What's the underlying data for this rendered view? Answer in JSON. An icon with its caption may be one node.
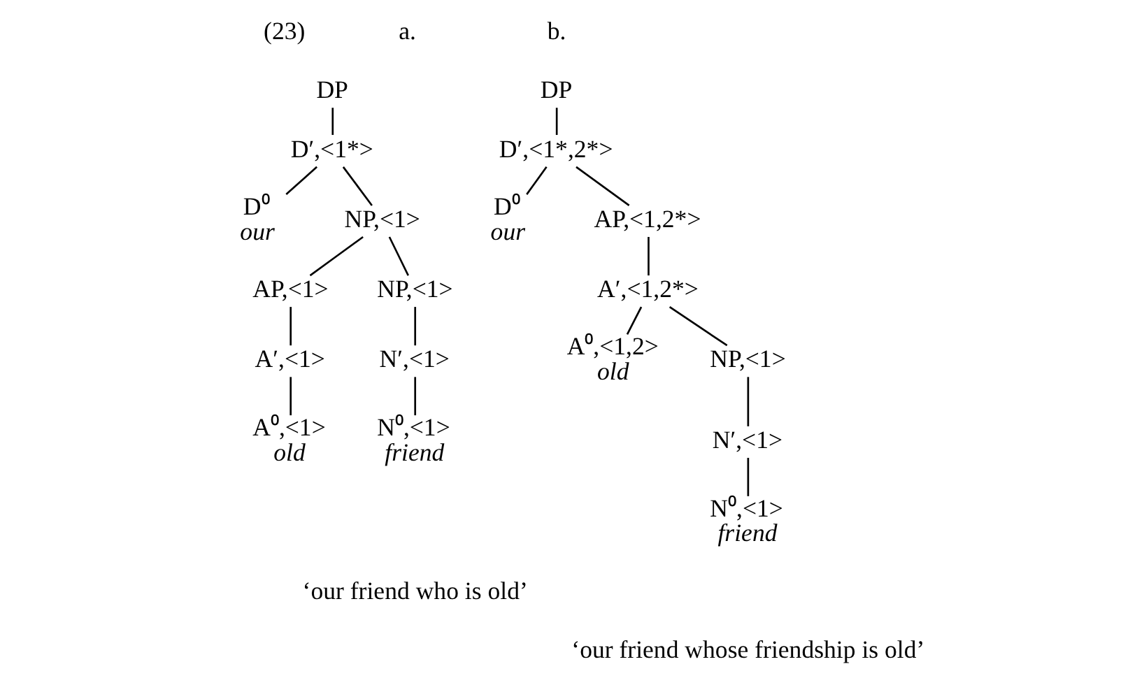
{
  "diagram": {
    "nodes": [
      {
        "text": [
          "DP"
        ]
      },
      {
        "text": [
          "D′,<1*>"
        ]
      },
      {
        "text": [
          "D⁰",
          "our"
        ]
      },
      {
        "text": [
          "NP,<1>"
        ]
      },
      {
        "text": [
          "AP,<1>"
        ]
      },
      {
        "text": [
          "NP,<1>"
        ]
      },
      {
        "text": [
          "A′,<1>"
        ]
      },
      {
        "text": [
          "N′,<1>"
        ]
      },
      {
        "text": [
          "A⁰,<1>",
          "old"
        ]
      },
      {
        "text": [
          "N⁰,<1>",
          "friend"
        ]
      },
      {
        "text": [
          "DP"
        ]
      },
      {
        "text": [
          "D′,<1*,2*>"
        ]
      },
      {
        "text": [
          "D⁰",
          "our"
        ]
      },
      {
        "text": [
          "AP,<1,2*>"
        ]
      },
      {
        "text": [
          "A′,<1,2*>"
        ]
      },
      {
        "text": [
          "A⁰,<1,2>",
          "old"
        ]
      },
      {
        "text": [
          "NP,<1>"
        ]
      },
      {
        "text": [
          "N′,<1>"
        ]
      },
      {
        "text": [
          "N⁰,<1>",
          "friend"
        ]
      }
    ],
    "edges": [
      {
        "from": 0,
        "to": 1,
        "arrow": "none"
      },
      {
        "from": 1,
        "to": 2,
        "arrow": "none"
      },
      {
        "from": 1,
        "to": 3,
        "arrow": "none"
      },
      {
        "from": 3,
        "to": 4,
        "arrow": "none"
      },
      {
        "from": 3,
        "to": 5,
        "arrow": "none"
      },
      {
        "from": 4,
        "to": 6,
        "arrow": "none"
      },
      {
        "from": 5,
        "to": 7,
        "arrow": "none"
      },
      {
        "from": 6,
        "to": 8,
        "arrow": "none"
      },
      {
        "from": 7,
        "to": 9,
        "arrow": "none"
      },
      {
        "from": 10,
        "to": 11,
        "arrow": "none"
      },
      {
        "from": 11,
        "to": 12,
        "arrow": "none"
      },
      {
        "from": 11,
        "to": 13,
        "arrow": "none"
      },
      {
        "from": 13,
        "to": 14,
        "arrow": "none"
      },
      {
        "from": 14,
        "to": 15,
        "arrow": "none"
      },
      {
        "from": 14,
        "to": 16,
        "arrow": "none"
      },
      {
        "from": 16,
        "to": 17,
        "arrow": "none"
      },
      {
        "from": 17,
        "to": 18,
        "arrow": "none"
      }
    ],
    "labels": [
      "(23)",
      "a.",
      "b.",
      "‘our friend who is old’",
      "‘our friend whose friendship is old’"
    ]
  }
}
